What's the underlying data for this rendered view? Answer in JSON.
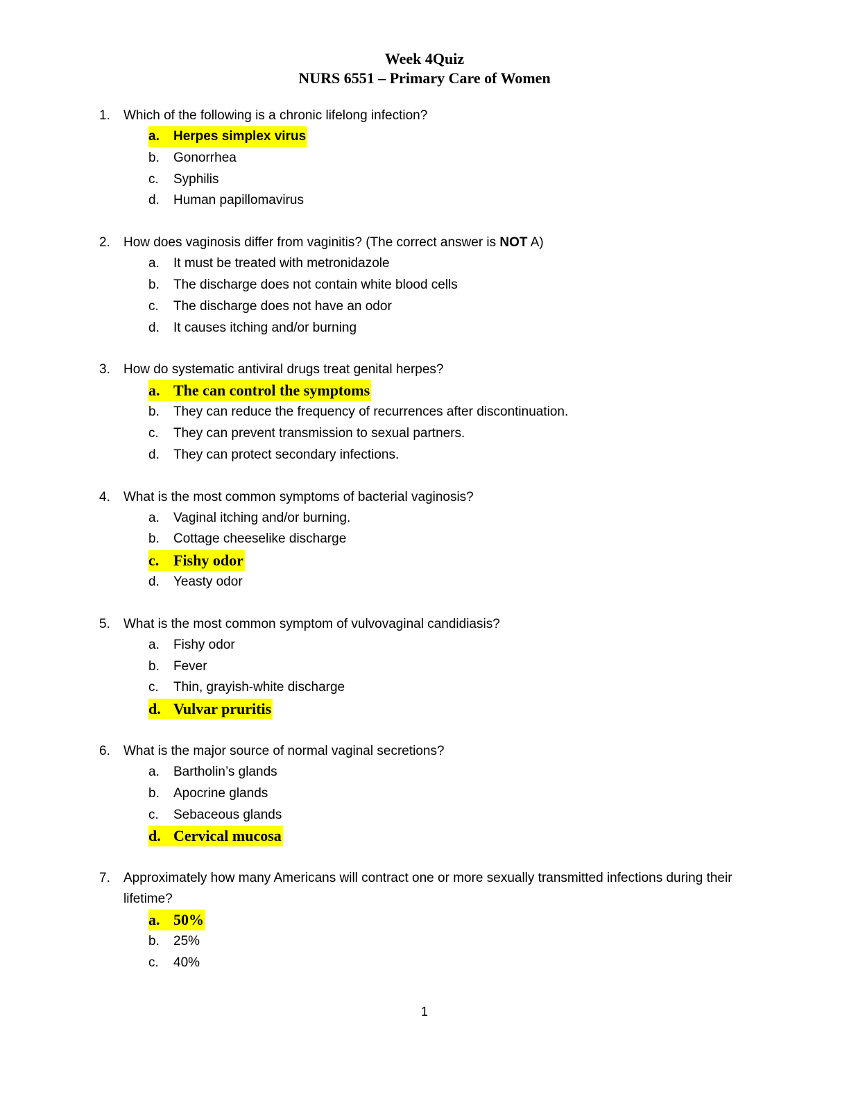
{
  "title_line1": "Week 4Quiz",
  "title_line2": "NURS 6551 – Primary Care of Women",
  "page_number": "1",
  "highlight_color": "#ffff00",
  "questions": [
    {
      "number": "1.",
      "text": "Which of the following is a chronic lifelong infection?",
      "options": [
        {
          "letter": "a.",
          "text": "Herpes simplex virus",
          "highlighted": true
        },
        {
          "letter": "b.",
          "text": "Gonorrhea"
        },
        {
          "letter": "c.",
          "text": "Syphilis"
        },
        {
          "letter": "d.",
          "text": "Human papillomavirus"
        }
      ]
    },
    {
      "number": "2.",
      "text_before": "How does vaginosis differ from vaginitis? (The correct answer is ",
      "text_bold": "NOT",
      "text_after": " A)",
      "options": [
        {
          "letter": "a.",
          "text": "It must be treated with metronidazole"
        },
        {
          "letter": "b.",
          "text": "The discharge does not contain white blood cells"
        },
        {
          "letter": "c.",
          "text": "The discharge does not have an odor"
        },
        {
          "letter": "d.",
          "text": "It causes itching and/or burning"
        }
      ]
    },
    {
      "number": "3.",
      "text": "How do systematic antiviral drugs treat genital herpes?",
      "options": [
        {
          "letter": "a.",
          "text": "The can control the symptoms",
          "highlighted": true
        },
        {
          "letter": "b.",
          "text": "They can reduce the frequency of recurrences after discontinuation."
        },
        {
          "letter": "c.",
          "text": "They can prevent transmission to sexual partners."
        },
        {
          "letter": "d.",
          "text": "They can protect secondary infections."
        }
      ]
    },
    {
      "number": "4.",
      "text": "What is the most common symptoms of bacterial vaginosis?",
      "options": [
        {
          "letter": "a.",
          "text": "Vaginal itching and/or burning."
        },
        {
          "letter": "b.",
          "text": "Cottage cheeselike discharge"
        },
        {
          "letter": "c.",
          "text": "Fishy odor",
          "highlighted": true
        },
        {
          "letter": "d.",
          "text": "Yeasty odor"
        }
      ]
    },
    {
      "number": "5.",
      "text": "What is the most common symptom of vulvovaginal candidiasis?",
      "options": [
        {
          "letter": "a.",
          "text": "Fishy odor"
        },
        {
          "letter": "b.",
          "text": "Fever"
        },
        {
          "letter": "c.",
          "text": "Thin, grayish-white discharge"
        },
        {
          "letter": "d.",
          "text": "Vulvar pruritis",
          "highlighted": true
        }
      ]
    },
    {
      "number": "6.",
      "text": "What is the major source of normal vaginal secretions?",
      "options": [
        {
          "letter": "a.",
          "text": "Bartholin’s glands"
        },
        {
          "letter": "b.",
          "text": "Apocrine glands"
        },
        {
          "letter": "c.",
          "text": "Sebaceous glands"
        },
        {
          "letter": "d.",
          "text": "Cervical mucosa",
          "highlighted": true
        }
      ]
    },
    {
      "number": "7.",
      "text": "Approximately how many Americans will contract one or more sexually transmitted infections during their lifetime?",
      "options": [
        {
          "letter": "a.",
          "text": "50%",
          "highlighted": true
        },
        {
          "letter": "b.",
          "text": "25%"
        },
        {
          "letter": "c.",
          "text": "40%"
        }
      ]
    }
  ]
}
